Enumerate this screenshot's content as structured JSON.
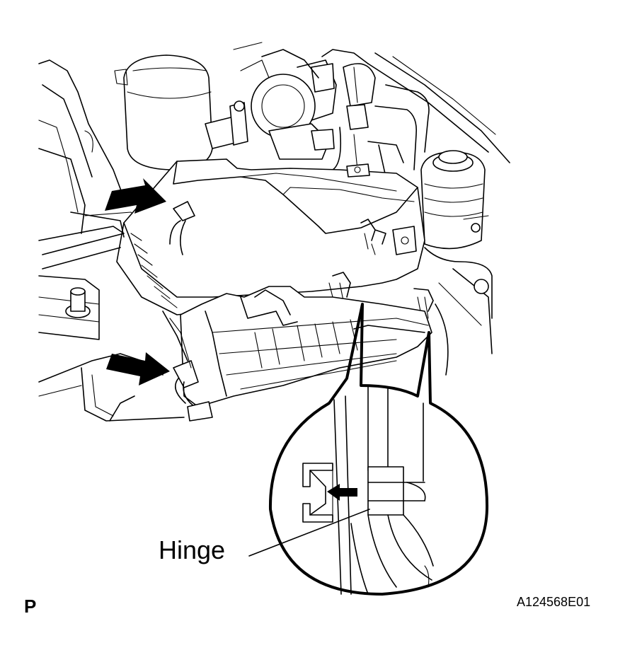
{
  "labels": {
    "callout": "Hinge",
    "view_code": "P",
    "figure_id": "A124568E01"
  },
  "colors": {
    "line": "#000000",
    "background": "#ffffff"
  }
}
